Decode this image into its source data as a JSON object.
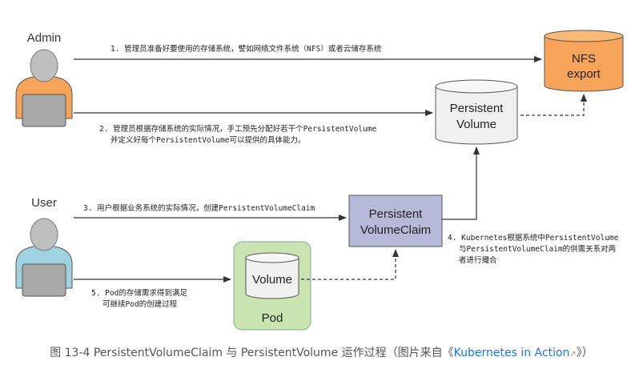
{
  "roles": {
    "admin": "Admin",
    "user": "User"
  },
  "boxes": {
    "nfs_line1": "NFS",
    "nfs_line2": "export",
    "pv_line1": "Persistent",
    "pv_line2": "Volume",
    "pvc_line1": "Persistent",
    "pvc_line2": "VolumeClaim",
    "volume": "Volume",
    "pod": "Pod"
  },
  "steps": {
    "s1": "1. 管理员准备好要使用的存储系统，譬如网络文件系统（NFS）或者云储存系统",
    "s2_line1": "2. 管理员根据存储系统的实际情况，手工预先分配好若干个PersistentVolume",
    "s2_line2": "并定义好每个PersistentVolume可以提供的具体能力。",
    "s3": "3. 用户根据业务系统的实际情况，创建PersistentVolumeClaim",
    "s4_line1": "4. Kubernetes根据系统中PersistentVolume",
    "s4_line2": "与PersistentVolumeClaim的供需关系对两",
    "s4_line3": "者进行撮合",
    "s5_line1": "5. Pod的存储需求得到满足",
    "s5_line2": "可继续Pod的创建过程"
  },
  "caption": {
    "prefix": "图 13-4 PersistentVolumeClaim 与 PersistentVolume 运作过程（图片来自《",
    "link": "Kubernetes in Action",
    "ext_icon": "external-link-icon",
    "suffix": "》）"
  },
  "colors": {
    "nfs_fill": "#f5a45a",
    "pv_fill": "#f0f0f0",
    "pvc_fill": "#b7b9d9",
    "pod_fill": "#c9e3b1",
    "admin_body": "#f5a45a",
    "user_body": "#9fd3e0",
    "link": "#1a73e8"
  }
}
